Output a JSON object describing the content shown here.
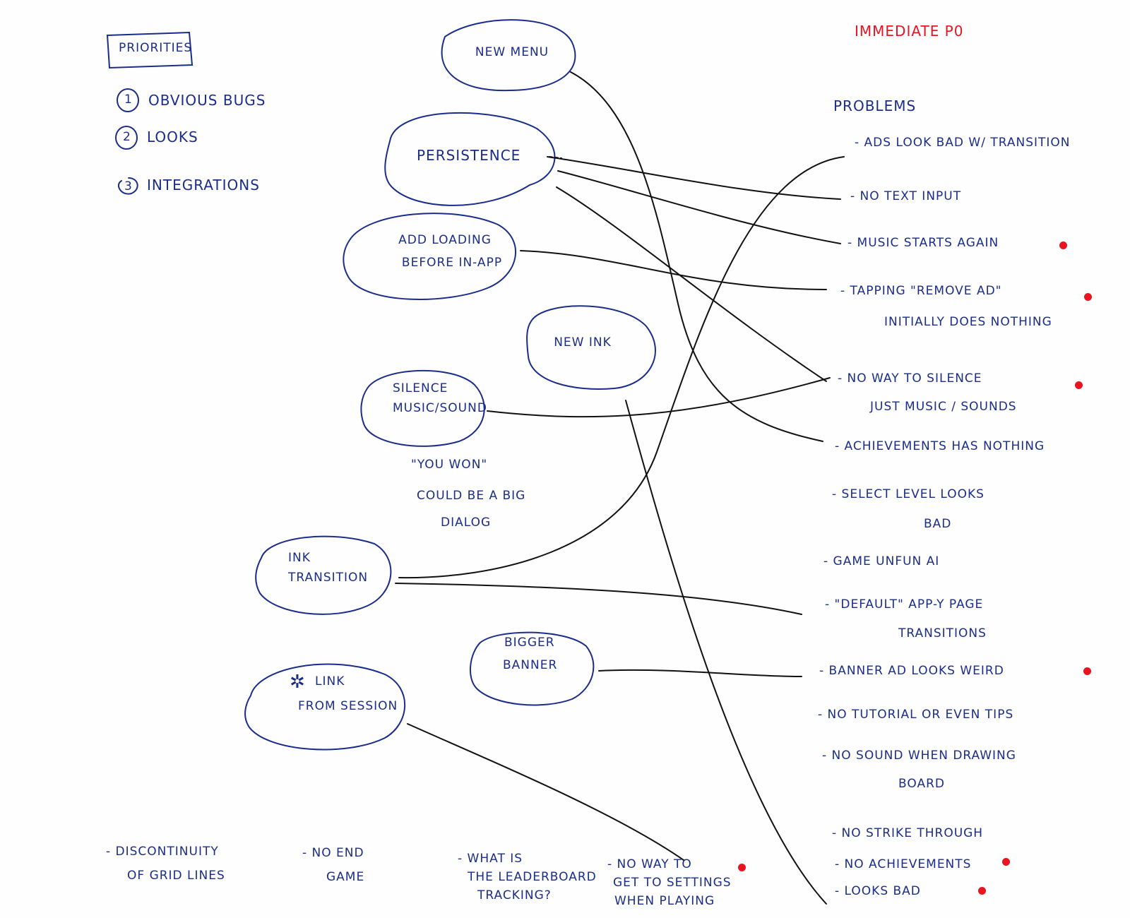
{
  "priorities": {
    "title": "Priorities",
    "items": [
      "Obvious bugs",
      "Looks",
      "Integrations"
    ],
    "numbers": [
      "1",
      "2",
      "3"
    ]
  },
  "immediate_label": "Immediate P0",
  "problems_heading": "Problems",
  "features": {
    "new_menu": "New Menu",
    "persistence": "Persistence",
    "ad_loading": [
      "Add loading",
      "before in-app"
    ],
    "new_ink": "New Ink",
    "silence": [
      "Silence",
      "music/sound"
    ],
    "you_won_note": [
      "\"You won\"",
      "could be a big",
      "dialog"
    ],
    "ink_transition": [
      "Ink",
      "Transition"
    ],
    "bigger_banner": [
      "Bigger",
      "Banner"
    ],
    "link_from_session": [
      "Link",
      "from session"
    ],
    "link_icon": "asterisk-icon"
  },
  "problems": [
    {
      "lines": [
        "- Ads look bad w/ transition"
      ],
      "red_dot": false
    },
    {
      "lines": [
        "- No text input"
      ],
      "red_dot": false
    },
    {
      "lines": [
        "- Music starts again"
      ],
      "red_dot": true
    },
    {
      "lines": [
        "- Tapping \"Remove Ad\"",
        "initially does nothing"
      ],
      "red_dot": true
    },
    {
      "lines": [
        "- No way to silence",
        "just music / sounds"
      ],
      "red_dot": true
    },
    {
      "lines": [
        "- Achievements has nothing"
      ],
      "red_dot": false
    },
    {
      "lines": [
        "- Select level looks",
        "bad"
      ],
      "red_dot": false
    },
    {
      "lines": [
        "- Game unfun AI"
      ],
      "red_dot": false
    },
    {
      "lines": [
        "- \"Default\" App-y page",
        "transitions"
      ],
      "red_dot": false
    },
    {
      "lines": [
        "- Banner ad looks weird"
      ],
      "red_dot": true
    },
    {
      "lines": [
        "- No tutorial or even tips"
      ],
      "red_dot": false
    },
    {
      "lines": [
        "- No sound when drawing",
        "board"
      ],
      "red_dot": false
    },
    {
      "lines": [
        "- No strike through"
      ],
      "red_dot": false
    },
    {
      "lines": [
        "- No achievements"
      ],
      "red_dot": true
    },
    {
      "lines": [
        "- Looks bad"
      ],
      "red_dot": true
    }
  ],
  "bottom_notes": [
    {
      "lines": [
        "- Discontinuity",
        "of grid lines"
      ],
      "red_dot": false
    },
    {
      "lines": [
        "- No end",
        "game"
      ],
      "red_dot": false
    },
    {
      "lines": [
        "- What is",
        "the leaderboard",
        "tracking?"
      ],
      "red_dot": false
    },
    {
      "lines": [
        "- No way to",
        "get to settings",
        "when playing"
      ],
      "red_dot": true
    }
  ],
  "colors": {
    "ink_blue": "#1a2d8a",
    "ink_black": "#111111",
    "ink_red": "#e8141f",
    "paper": "#fefefe"
  }
}
